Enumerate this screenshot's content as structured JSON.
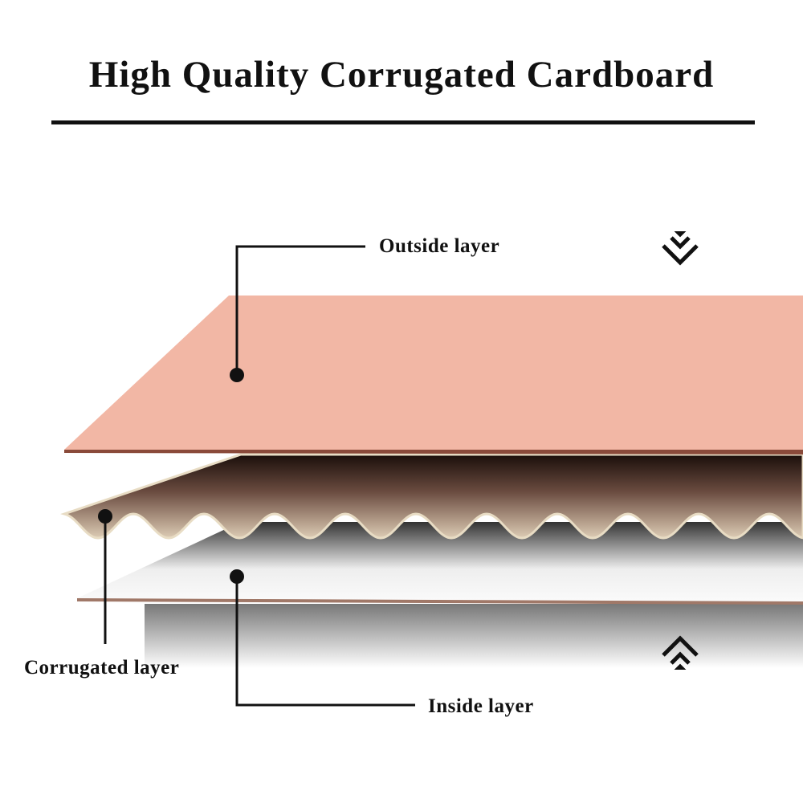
{
  "title": "High Quality Corrugated Cardboard",
  "labels": {
    "outside": "Outside layer",
    "corrugated": "Corrugated layer",
    "inside": "Inside layer"
  },
  "icons": {
    "top": "double-chevron-down-icon",
    "bottom": "double-chevron-up-icon"
  },
  "colors": {
    "outside_layer": "#f2b7a5",
    "edge": "#8a4a3a",
    "corrugated": "#d9c8b2",
    "text": "#111111"
  }
}
